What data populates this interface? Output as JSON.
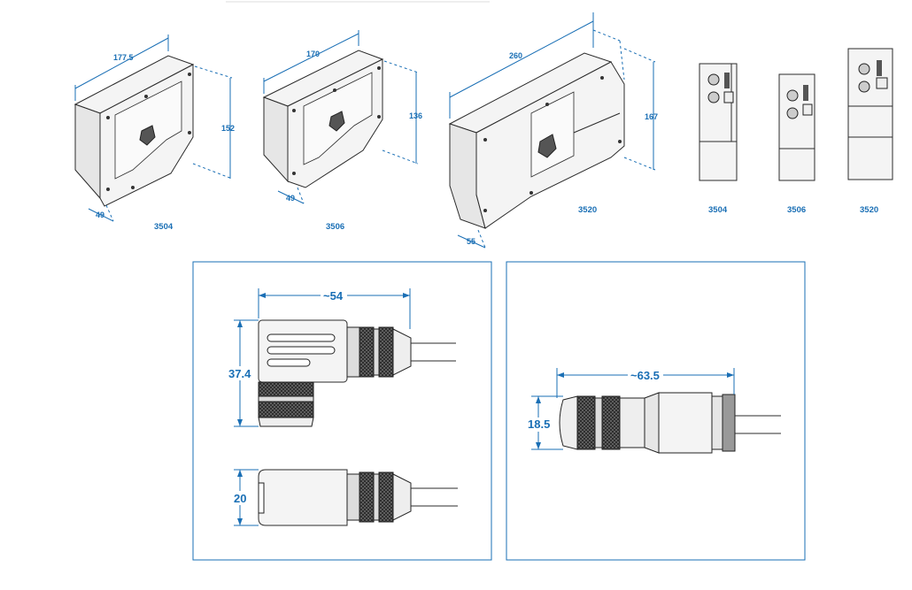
{
  "top_row": {
    "enclosure_3504": {
      "model": "3504",
      "width": "177.5",
      "height": "152",
      "depth": "49"
    },
    "enclosure_3506": {
      "model": "3506",
      "width": "170",
      "height": "136",
      "depth": "49"
    },
    "enclosure_3520": {
      "model": "3520",
      "width": "260",
      "height": "167",
      "depth": "55"
    },
    "side_views": [
      "3504",
      "3506",
      "3520"
    ]
  },
  "connector_panel_left": {
    "angled_length": "~54",
    "angled_height": "37.4",
    "side_height": "20"
  },
  "connector_panel_right": {
    "straight_length": "~63.5",
    "straight_height": "18.5"
  },
  "colors": {
    "dimension": "#1a6fb5",
    "outline": "#2b2b2b",
    "panel_border": "#1a6fb5"
  }
}
